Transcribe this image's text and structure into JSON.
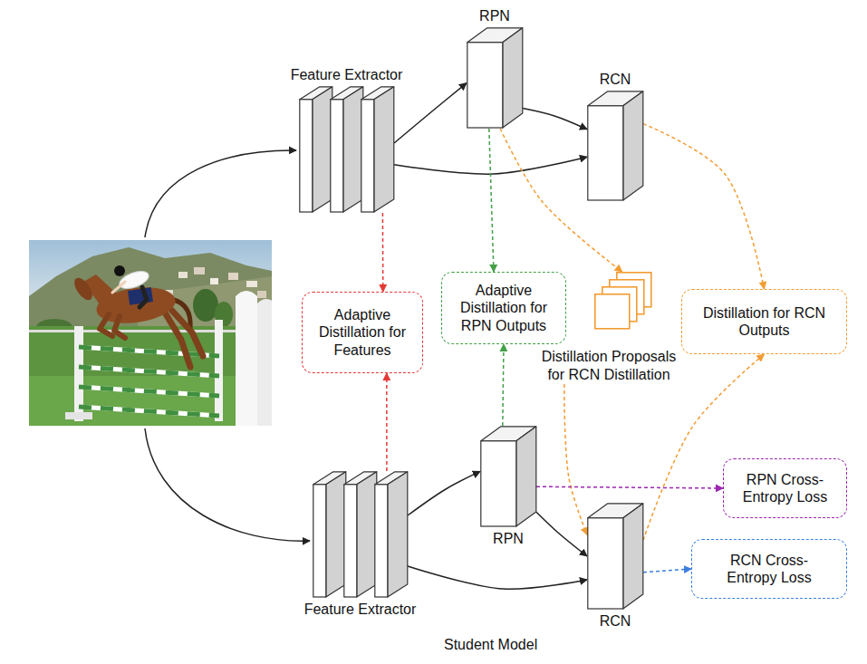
{
  "diagram": {
    "nodes": [
      {
        "text": [
          "Feature Extractor"
        ]
      },
      {
        "text": [
          "RPN"
        ]
      },
      {
        "text": [
          "RCN"
        ]
      },
      {
        "text": [
          "Adaptive Distillation for Features"
        ]
      },
      {
        "text": [
          "Adaptive Distillation for RPN Outputs"
        ]
      },
      {
        "text": [
          "Distillation Proposals for RCN Distillation"
        ]
      },
      {
        "text": [
          "Distillation for RCN Outputs"
        ]
      },
      {
        "text": [
          "RPN"
        ]
      },
      {
        "text": [
          "RPN Cross-Entropy Loss"
        ]
      },
      {
        "text": [
          "RCN Cross-Entropy Loss"
        ]
      },
      {
        "text": [
          "Feature Extractor"
        ]
      },
      {
        "text": [
          "RCN"
        ]
      }
    ],
    "edges": [
      {
        "from": 0,
        "to": 1,
        "arrow": "to"
      },
      {
        "from": 0,
        "to": 2,
        "arrow": "to"
      },
      {
        "from": 1,
        "to": 2,
        "arrow": "to"
      },
      {
        "from": 0,
        "to": 3,
        "arrow": "to"
      },
      {
        "from": 10,
        "to": 3,
        "arrow": "to"
      },
      {
        "from": 1,
        "to": 4,
        "arrow": "to"
      },
      {
        "from": 7,
        "to": 4,
        "arrow": "to"
      },
      {
        "from": 1,
        "to": 5,
        "arrow": "to"
      },
      {
        "from": 5,
        "to": 11,
        "arrow": "to"
      },
      {
        "from": 2,
        "to": 6,
        "arrow": "to"
      },
      {
        "from": 11,
        "to": 6,
        "arrow": "to"
      },
      {
        "from": 7,
        "to": 8,
        "arrow": "to"
      },
      {
        "from": 11,
        "to": 9,
        "arrow": "to"
      },
      {
        "from": 10,
        "to": 7,
        "arrow": "to"
      },
      {
        "from": 10,
        "to": 11,
        "arrow": "to"
      },
      {
        "from": 7,
        "to": 11,
        "arrow": "to"
      }
    ],
    "labels": [
      "Student Model"
    ]
  }
}
